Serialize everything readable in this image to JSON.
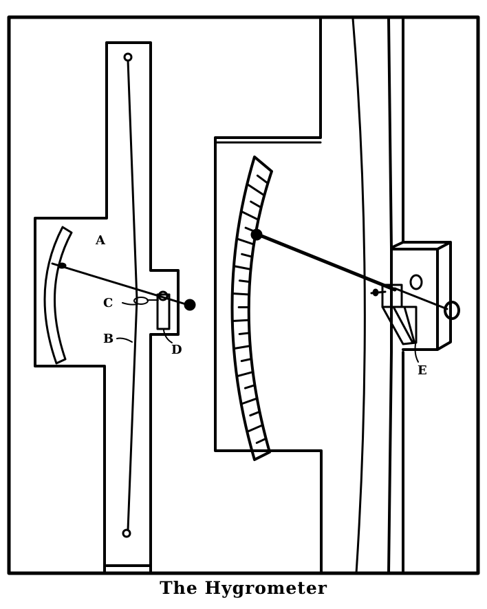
{
  "figure": {
    "caption": "The Hygrometer",
    "stroke_color": "#000000",
    "background_color": "#ffffff"
  },
  "labels": {
    "A": "A",
    "B": "B",
    "C": "C",
    "D": "D",
    "E": "E"
  },
  "parts": [
    {
      "id": "A",
      "description": "mounting board (left view)"
    },
    {
      "id": "B",
      "description": "hair / fibre stretched between two pins"
    },
    {
      "id": "C",
      "description": "attachment point of fibre to pointer"
    },
    {
      "id": "D",
      "description": "pivot bracket"
    },
    {
      "id": "E",
      "description": "pointer pivot / counterweight assembly (right view)"
    }
  ],
  "scale": {
    "tick_count": 22
  }
}
